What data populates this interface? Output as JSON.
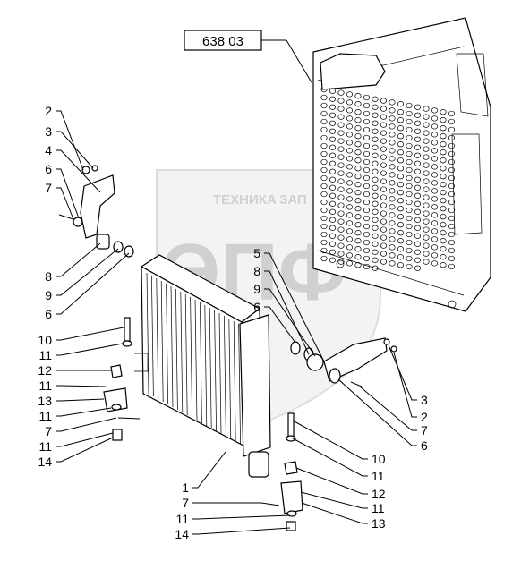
{
  "figure": {
    "reference_label": "638 03",
    "watermark": {
      "top_text_left": "ТЕХНИКА",
      "top_text_right": "ЗАП",
      "big_letters": "ЭПФ"
    },
    "left_callouts": [
      {
        "id": "l1",
        "text": "2"
      },
      {
        "id": "l2",
        "text": "3"
      },
      {
        "id": "l3",
        "text": "4"
      },
      {
        "id": "l4",
        "text": "6"
      },
      {
        "id": "l5",
        "text": "7"
      },
      {
        "id": "l6",
        "text": "8"
      },
      {
        "id": "l7",
        "text": "9"
      },
      {
        "id": "l8",
        "text": "6"
      },
      {
        "id": "l9",
        "text": "10"
      },
      {
        "id": "l10",
        "text": "11"
      },
      {
        "id": "l11",
        "text": "12"
      },
      {
        "id": "l12",
        "text": "11"
      },
      {
        "id": "l13",
        "text": "13"
      },
      {
        "id": "l14",
        "text": "11"
      },
      {
        "id": "l15",
        "text": "7"
      },
      {
        "id": "l16",
        "text": "11"
      },
      {
        "id": "l17",
        "text": "14"
      }
    ],
    "center_callouts": [
      {
        "id": "c1",
        "text": "5"
      },
      {
        "id": "c2",
        "text": "8"
      },
      {
        "id": "c3",
        "text": "9"
      },
      {
        "id": "c4",
        "text": "6"
      }
    ],
    "right_callouts": [
      {
        "id": "r1",
        "text": "3"
      },
      {
        "id": "r2",
        "text": "2"
      },
      {
        "id": "r3",
        "text": "7"
      },
      {
        "id": "r4",
        "text": "6"
      },
      {
        "id": "r5",
        "text": "10"
      },
      {
        "id": "r6",
        "text": "11"
      },
      {
        "id": "r7",
        "text": "12"
      },
      {
        "id": "r8",
        "text": "11"
      },
      {
        "id": "r9",
        "text": "13"
      }
    ],
    "bottom_callouts": [
      {
        "id": "b1",
        "text": "1"
      },
      {
        "id": "b2",
        "text": "7"
      },
      {
        "id": "b3",
        "text": "11"
      },
      {
        "id": "b4",
        "text": "14"
      }
    ]
  }
}
